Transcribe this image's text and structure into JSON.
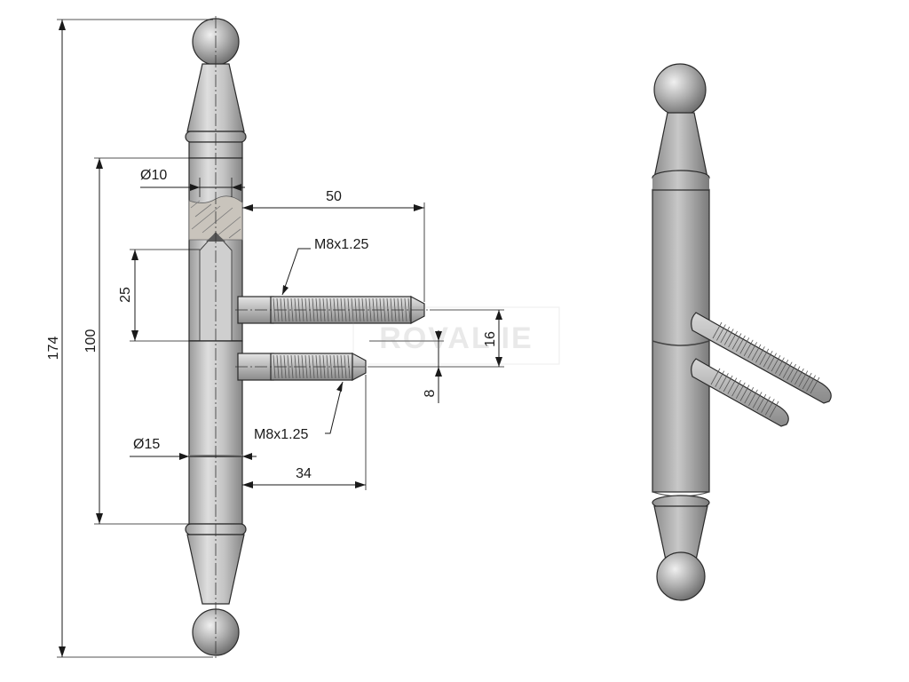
{
  "drawing": {
    "dimensions": {
      "overall_length": "174",
      "body_length": "100",
      "upper_pin_offset": "25",
      "pin_spacing": "16",
      "lower_pin_offset": "8",
      "upper_pin_length": "50",
      "lower_pin_length": "34",
      "upper_diameter": "Ø10",
      "lower_diameter": "Ø15",
      "upper_thread": "M8x1.25",
      "lower_thread": "M8x1.25"
    },
    "watermark": "ROVAL IE"
  },
  "colors": {
    "metal_light": "#dcdcdc",
    "metal_mid": "#a8a8a8",
    "metal_dark": "#6e6e6e",
    "line": "#1a1a1a"
  }
}
